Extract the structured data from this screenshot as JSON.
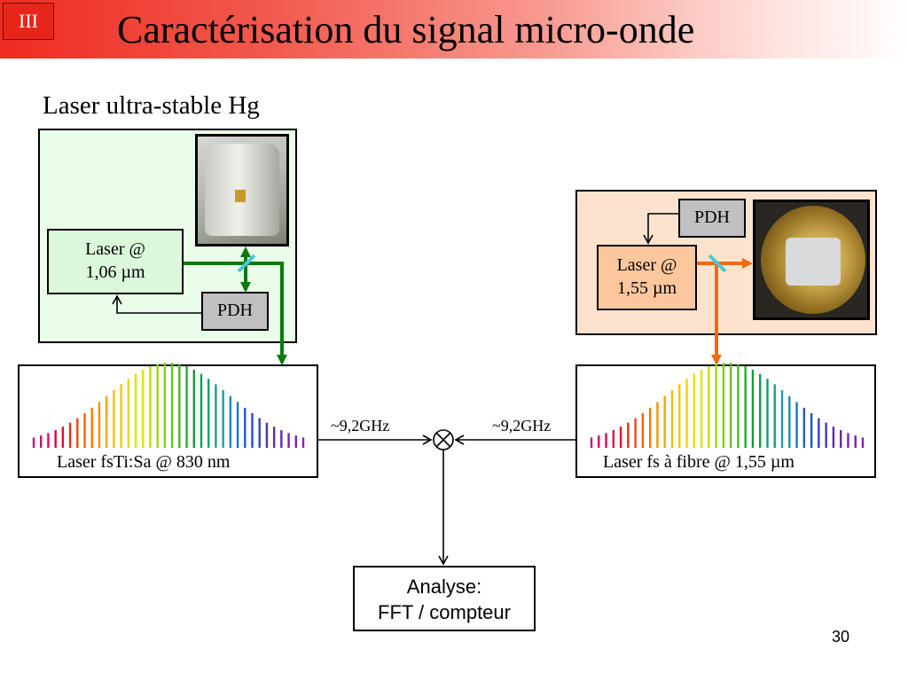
{
  "header": {
    "section_badge": "III",
    "title": "Caractérisation du signal micro-onde"
  },
  "subtitle": "Laser ultra-stable Hg",
  "green_system": {
    "laser_line1": "Laser @",
    "laser_line2": "1,06 µm",
    "pdh": "PDH",
    "color": "#0a7a0a"
  },
  "orange_system": {
    "laser_line1": "Laser @",
    "laser_line2": "1,55 µm",
    "pdh": "PDH",
    "color": "#f06a10"
  },
  "comb_left": {
    "label": "Laser fsTi:Sa @ 830 nm"
  },
  "comb_right": {
    "label": "Laser fs à fibre @ 1,55 µm"
  },
  "beat_left": "~9,2GHz",
  "beat_right": "~9,2GHz",
  "analysis": {
    "line1": "Analyse:",
    "line2": "FFT / compteur"
  },
  "page_number": "30",
  "splitter_color": "#4cc9d6",
  "comb_colors": [
    "#c0148c",
    "#e8002a",
    "#ff6a00",
    "#f4c000",
    "#e6e600",
    "#6ccc1e",
    "#0a9a3a",
    "#1aa0b0",
    "#2050c8",
    "#5a2aa8",
    "#8a1ab8"
  ]
}
